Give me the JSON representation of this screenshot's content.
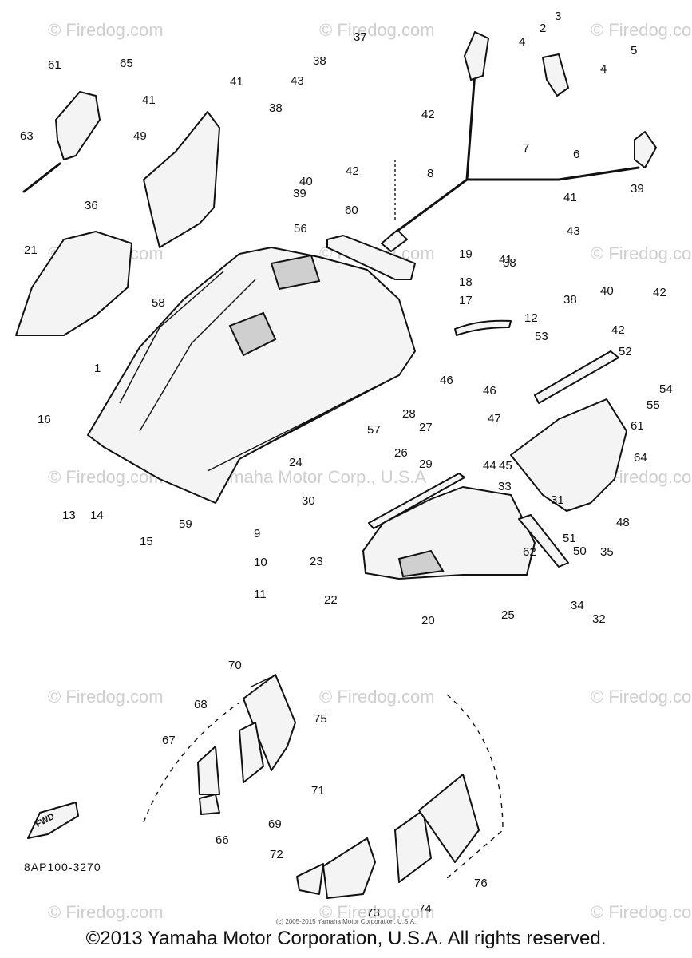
{
  "watermark_text": "© Firedog.com",
  "overlay_watermark": "© Yamaha Motor Corp., U.S.A",
  "diagram_code": "8AP100-3270",
  "fwd_label": "FWD",
  "footer": "©2013 Yamaha Motor Corporation, U.S.A. All rights reserved.",
  "tiny_copyright": "(c) 2005-2015 Yamaha Motor Corporation, U.S.A.",
  "callouts": [
    "1",
    "2",
    "3",
    "4",
    "4",
    "5",
    "6",
    "7",
    "8",
    "9",
    "10",
    "11",
    "12",
    "13",
    "14",
    "15",
    "16",
    "17",
    "18",
    "19",
    "20",
    "21",
    "22",
    "23",
    "24",
    "25",
    "26",
    "27",
    "28",
    "29",
    "30",
    "31",
    "32",
    "33",
    "34",
    "35",
    "36",
    "37",
    "38",
    "38",
    "38",
    "38",
    "39",
    "39",
    "40",
    "40",
    "41",
    "41",
    "41",
    "41",
    "42",
    "42",
    "42",
    "42",
    "43",
    "43",
    "44",
    "45",
    "46",
    "46",
    "47",
    "48",
    "49",
    "50",
    "51",
    "52",
    "53",
    "54",
    "55",
    "56",
    "57",
    "58",
    "59",
    "60",
    "61",
    "61",
    "62",
    "63",
    "64",
    "65",
    "66",
    "67",
    "68",
    "69",
    "70",
    "71",
    "72",
    "73",
    "74",
    "75",
    "76"
  ]
}
